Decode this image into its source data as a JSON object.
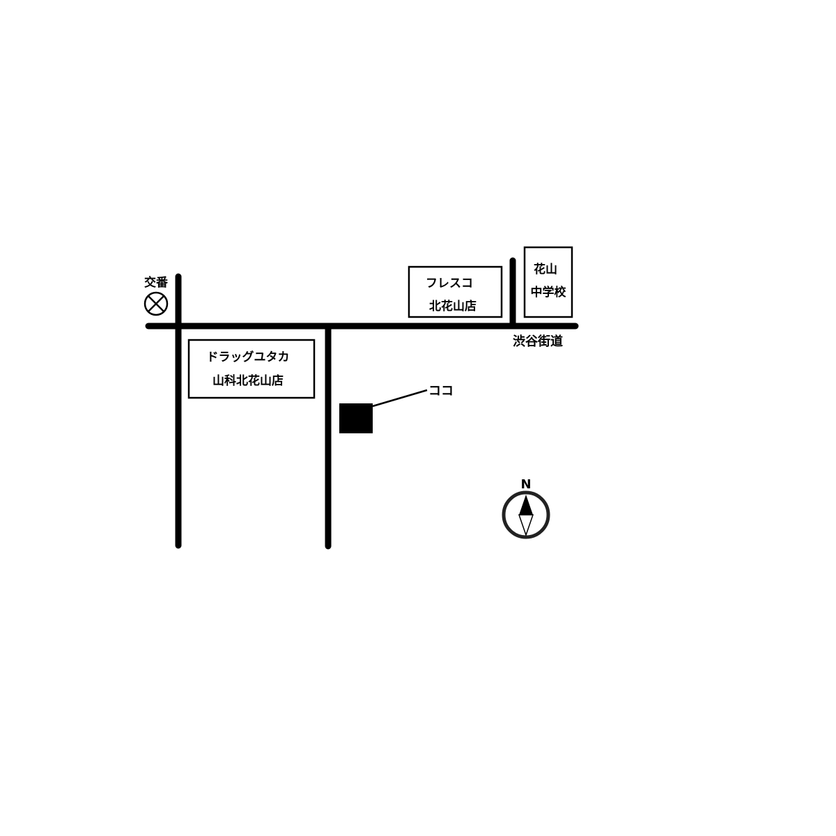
{
  "map": {
    "police_box": {
      "label": "交番"
    },
    "main_road": {
      "label": "渋谷街道"
    },
    "drugstore": {
      "line1": "ドラッグユタカ",
      "line2": "山科北花山店"
    },
    "supermarket": {
      "line1": "フレスコ",
      "line2": "北花山店"
    },
    "school": {
      "line1": "花山",
      "line2": "中学校"
    },
    "destination": {
      "label": "ココ"
    },
    "compass": {
      "label": "N"
    }
  },
  "colors": {
    "ink": "#000000",
    "paper": "#ffffff"
  }
}
